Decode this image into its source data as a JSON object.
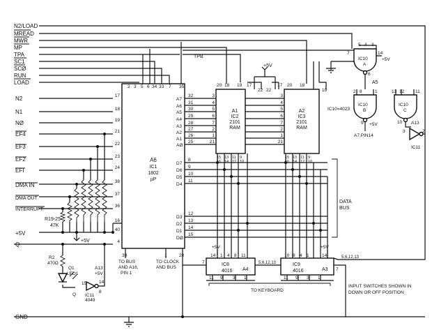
{
  "signals": {
    "n2_load": "N2/LOAD",
    "mread": "MREAD",
    "mwr": "MWR",
    "mp": "MP",
    "tpa": "TPA",
    "sc1": "SC1",
    "sc0": "SCØ",
    "run": "RUN",
    "load": "LOAD",
    "tpb": "TPB"
  },
  "left_inputs": {
    "n2": "N2",
    "n1": "N1",
    "n0": "NØ",
    "ef4": "EF4",
    "ef3": "EF3",
    "ef2": "EF2",
    "ef1": "EFI",
    "dma_in": "DMA IN",
    "dma_out": "DMA OUT",
    "interrupt": "INTERRUPT",
    "plus5v": "+5V",
    "q": "Q",
    "gnd": "GND"
  },
  "cpu": {
    "ref": "A6",
    "ic": "IC1",
    "part": "1802",
    "sub": "µP",
    "top_pins": [
      "2",
      "3",
      "5",
      "6",
      "34",
      "33",
      "7",
      "35"
    ],
    "left_pins": [
      "17",
      "18",
      "19",
      "21",
      "22",
      "23",
      "24",
      "38",
      "37",
      "36",
      "16",
      "40",
      "4"
    ],
    "right_addr_labels": [
      "A7",
      "A6",
      "A5",
      "A4",
      "A3",
      "A2",
      "A1",
      "AØ"
    ],
    "right_addr_pins": [
      "32",
      "31",
      "30",
      "29",
      "28",
      "27",
      "26",
      "25"
    ],
    "right_data_labels": [
      "D7",
      "D6",
      "D5",
      "D4",
      "D3",
      "D2",
      "D1",
      "DØ"
    ],
    "right_data_pins": [
      "8",
      "9",
      "10",
      "11",
      "12",
      "13",
      "14",
      "15"
    ],
    "pin39": "39",
    "pin1": "1",
    "pin20": "20",
    "note_bus": "TO BUS",
    "note_a16": "AND A16,",
    "note_pin1": "PIN 1",
    "note_clock": "TO CLOCK",
    "note_and_bus": "AND BUS"
  },
  "ram1": {
    "ref": "A1",
    "ic": "IC2",
    "part": "2101",
    "kind": "RAM",
    "top_pins": [
      "20",
      "18",
      "19",
      "17",
      "22"
    ],
    "in_pins": [
      "3",
      "4",
      "5",
      "6",
      "7",
      "2",
      "1",
      "21"
    ],
    "bottom_pins": [
      "15",
      "16",
      "13",
      "14",
      "11",
      "12",
      "9",
      "10"
    ]
  },
  "ram2": {
    "ref": "A2",
    "ic": "IC3",
    "part": "2101",
    "kind": "RAM",
    "top_pins": [
      "22",
      "17",
      "20",
      "18",
      "19"
    ],
    "in_pins": [
      "3",
      "4",
      "5",
      "6",
      "7",
      "2",
      "1",
      "21"
    ],
    "bottom_pins": [
      "15",
      "16",
      "13",
      "14",
      "11",
      "12",
      "9",
      "10"
    ]
  },
  "logic": {
    "a5": "A5",
    "gate_a_name": "IC10",
    "gate_a_letter": "A",
    "gate_a_in_pins": [
      "5",
      "4",
      "3"
    ],
    "gate_a_pins": [
      "7",
      "14",
      "6"
    ],
    "gate_b_name": "IC10",
    "gate_b_letter": "B",
    "gate_b_pins": [
      "2",
      "8",
      "1",
      "9"
    ],
    "gate_c_name": "IC10",
    "gate_c_letter": "C",
    "gate_c_pins": [
      "13",
      "12",
      "11",
      "10"
    ],
    "ic10_part": "IC10=4023",
    "a7_pin14": "A7,PIN14",
    "a13": "A13",
    "ic11": "IC11",
    "inv_pins": [
      "3",
      "2"
    ]
  },
  "switches": {
    "a4": "A4",
    "ic8": "IC8",
    "ic8_part": "4016",
    "a3": "A3",
    "ic9": "IC9",
    "ic9_part": "4016",
    "ic8_top_pins": [
      "14",
      "1",
      "4",
      "8",
      "11"
    ],
    "ic8_bottom_pins": [
      "11",
      "9",
      "3",
      "1"
    ],
    "ic9_top_pins": [
      "10",
      "8",
      "4",
      "1",
      "14"
    ],
    "ic9_bottom_pins": [
      "11",
      "9",
      "3",
      "1"
    ],
    "pins_ctrl": "5,6,12,13",
    "pin7": "7",
    "to_keyboard": "TO KEYBOARD",
    "note1": "INPUT SWITCHES SHOWN IN",
    "note2": "DOWN OR OFF POSITION"
  },
  "data_bus": "DATA",
  "data_bus2": "BUS",
  "resistors": {
    "ref": "R19-25",
    "value": "47K",
    "r2": "R2",
    "r2_value": "470Ω"
  },
  "led": {
    "q1": "Q1",
    "led1": "LED1",
    "a13": "A13",
    "plus5v": "+5V",
    "ic11": "IC11",
    "type": "4049",
    "pins": [
      "15",
      "14",
      "8"
    ],
    "q": "Q"
  },
  "v5": "+5V"
}
